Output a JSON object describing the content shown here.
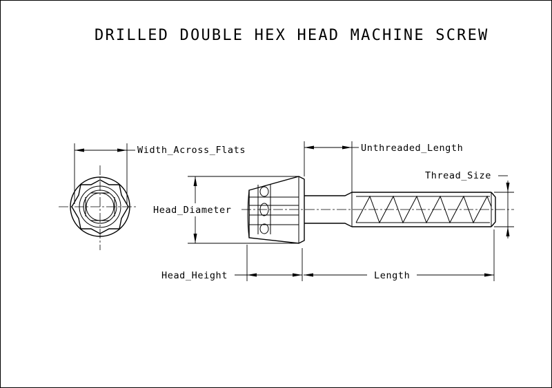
{
  "drawing": {
    "title": "DRILLED DOUBLE HEX HEAD MACHINE SCREW"
  },
  "dimensions": {
    "width_across_flats": "Width_Across_Flats",
    "unthreaded_length": "Unthreaded_Length",
    "thread_size": "Thread_Size",
    "head_diameter": "Head_Diameter",
    "head_height": "Head_Height",
    "length": "Length"
  },
  "style": {
    "line_color": "#000000",
    "background": "#ffffff"
  }
}
